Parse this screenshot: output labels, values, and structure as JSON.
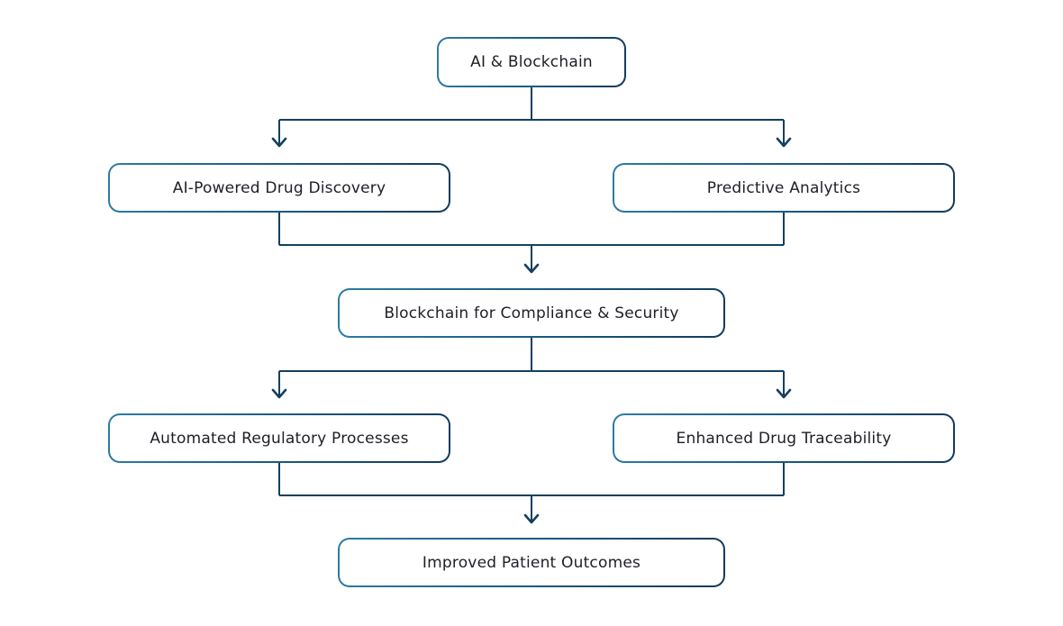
{
  "diagram": {
    "type": "flowchart",
    "direction": "top-down",
    "nodes": {
      "root": {
        "label": "AI & Blockchain",
        "level": 1
      },
      "drug_discovery": {
        "label": "AI-Powered Drug Discovery",
        "level": 2
      },
      "predictive_analytics": {
        "label": "Predictive Analytics",
        "level": 2
      },
      "blockchain_compliance": {
        "label": "Blockchain for Compliance & Security",
        "level": 3
      },
      "automated_regulatory": {
        "label": "Automated Regulatory Processes",
        "level": 4
      },
      "drug_traceability": {
        "label": "Enhanced Drug Traceability",
        "level": 4
      },
      "patient_outcomes": {
        "label": "Improved Patient Outcomes",
        "level": 5
      }
    },
    "edges": [
      {
        "from": "root",
        "to": "drug_discovery"
      },
      {
        "from": "root",
        "to": "predictive_analytics"
      },
      {
        "from": "drug_discovery",
        "to": "blockchain_compliance"
      },
      {
        "from": "predictive_analytics",
        "to": "blockchain_compliance"
      },
      {
        "from": "blockchain_compliance",
        "to": "automated_regulatory"
      },
      {
        "from": "blockchain_compliance",
        "to": "drug_traceability"
      },
      {
        "from": "automated_regulatory",
        "to": "patient_outcomes"
      },
      {
        "from": "drug_traceability",
        "to": "patient_outcomes"
      }
    ],
    "colors": {
      "background": "#ffffff",
      "node_fill": "#ffffff",
      "border_gradient_start": "#2e7ca3",
      "border_gradient_end": "#123a5c",
      "connector_line": "#13405f",
      "text": "#1e1e26"
    }
  }
}
